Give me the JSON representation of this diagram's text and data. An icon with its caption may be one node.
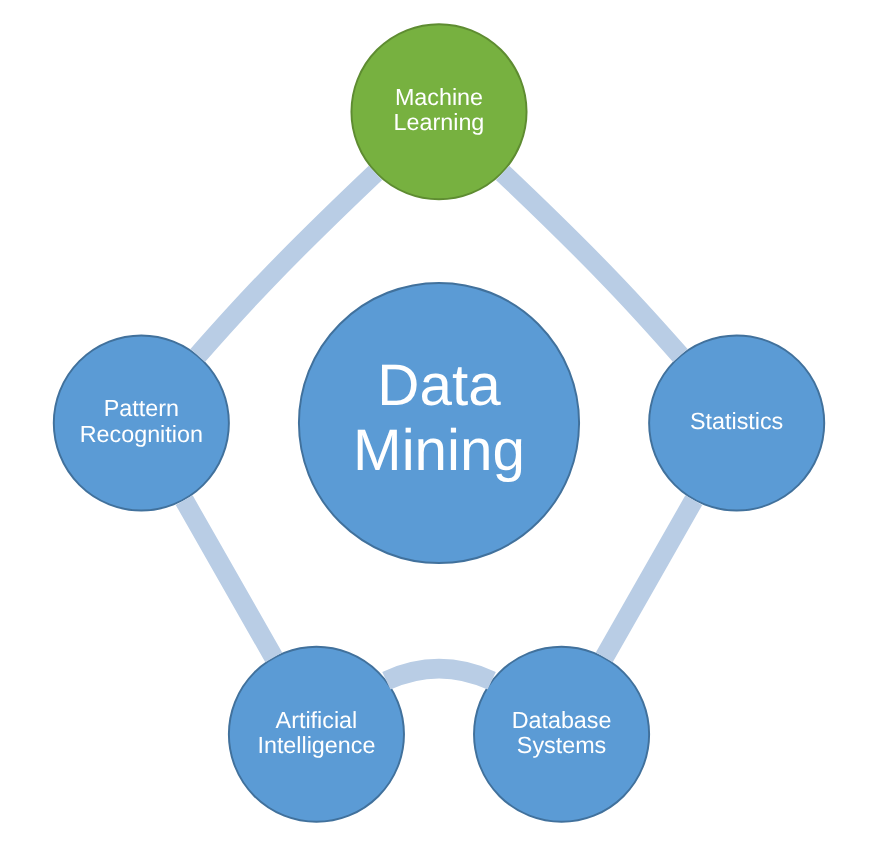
{
  "diagram": {
    "nodes": [
      {
        "text": [
          "Machine Learning"
        ]
      },
      {
        "text": [
          "Pattern Recognition"
        ]
      },
      {
        "text": [
          "Data Mining"
        ]
      },
      {
        "text": [
          "Statistics"
        ]
      },
      {
        "text": [
          "Artificial Intelligence"
        ]
      },
      {
        "text": [
          "Database Systems"
        ]
      }
    ],
    "edges": [
      {
        "from": 0,
        "to": 3,
        "arrow": "none"
      },
      {
        "from": 3,
        "to": 5,
        "arrow": "none"
      },
      {
        "from": 4,
        "to": 5,
        "arrow": "none"
      },
      {
        "from": 1,
        "to": 4,
        "arrow": "none"
      },
      {
        "from": 0,
        "to": 1,
        "arrow": "none"
      }
    ]
  }
}
